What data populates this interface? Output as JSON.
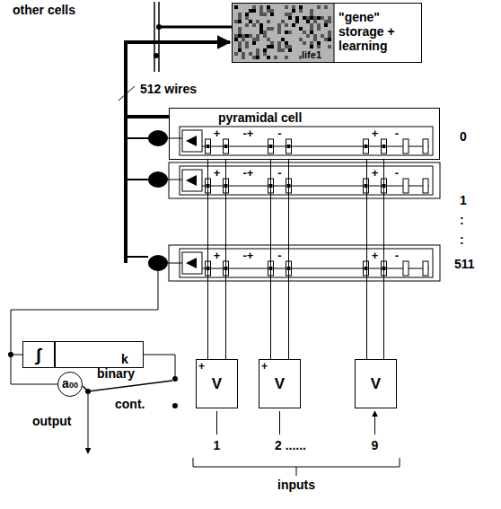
{
  "diagram": {
    "nodes": [
      {
        "text": [
          "\"gene\" storage + learning"
        ]
      },
      {
        "text": [
          "pyramidal cell"
        ]
      },
      {
        "text": [
          "∫"
        ]
      },
      {
        "text": [
          "k"
        ]
      },
      {
        "text": [
          "a",
          "00"
        ]
      },
      {
        "text": [
          "V"
        ]
      },
      {
        "text": [
          "V"
        ]
      },
      {
        "text": [
          "V"
        ]
      }
    ],
    "edges": [
      {
        "from": 1,
        "to": 0,
        "arrow": "to"
      },
      {
        "from": 5,
        "to": 1,
        "arrow": "none"
      },
      {
        "from": 6,
        "to": 1,
        "arrow": "none"
      },
      {
        "from": 7,
        "to": 1,
        "arrow": "none"
      }
    ],
    "labels": [
      "other cells",
      "life1",
      "512 wires",
      "0",
      "1",
      ":",
      ":",
      "511",
      "+",
      "-+",
      "-",
      "+",
      "-",
      "+",
      "-+",
      "-",
      "+",
      "-",
      "+",
      "-+",
      "-",
      "+",
      "-",
      "binary",
      "cont.",
      "output",
      "+",
      "+",
      "1",
      "2 ......",
      "9",
      "inputs"
    ]
  }
}
